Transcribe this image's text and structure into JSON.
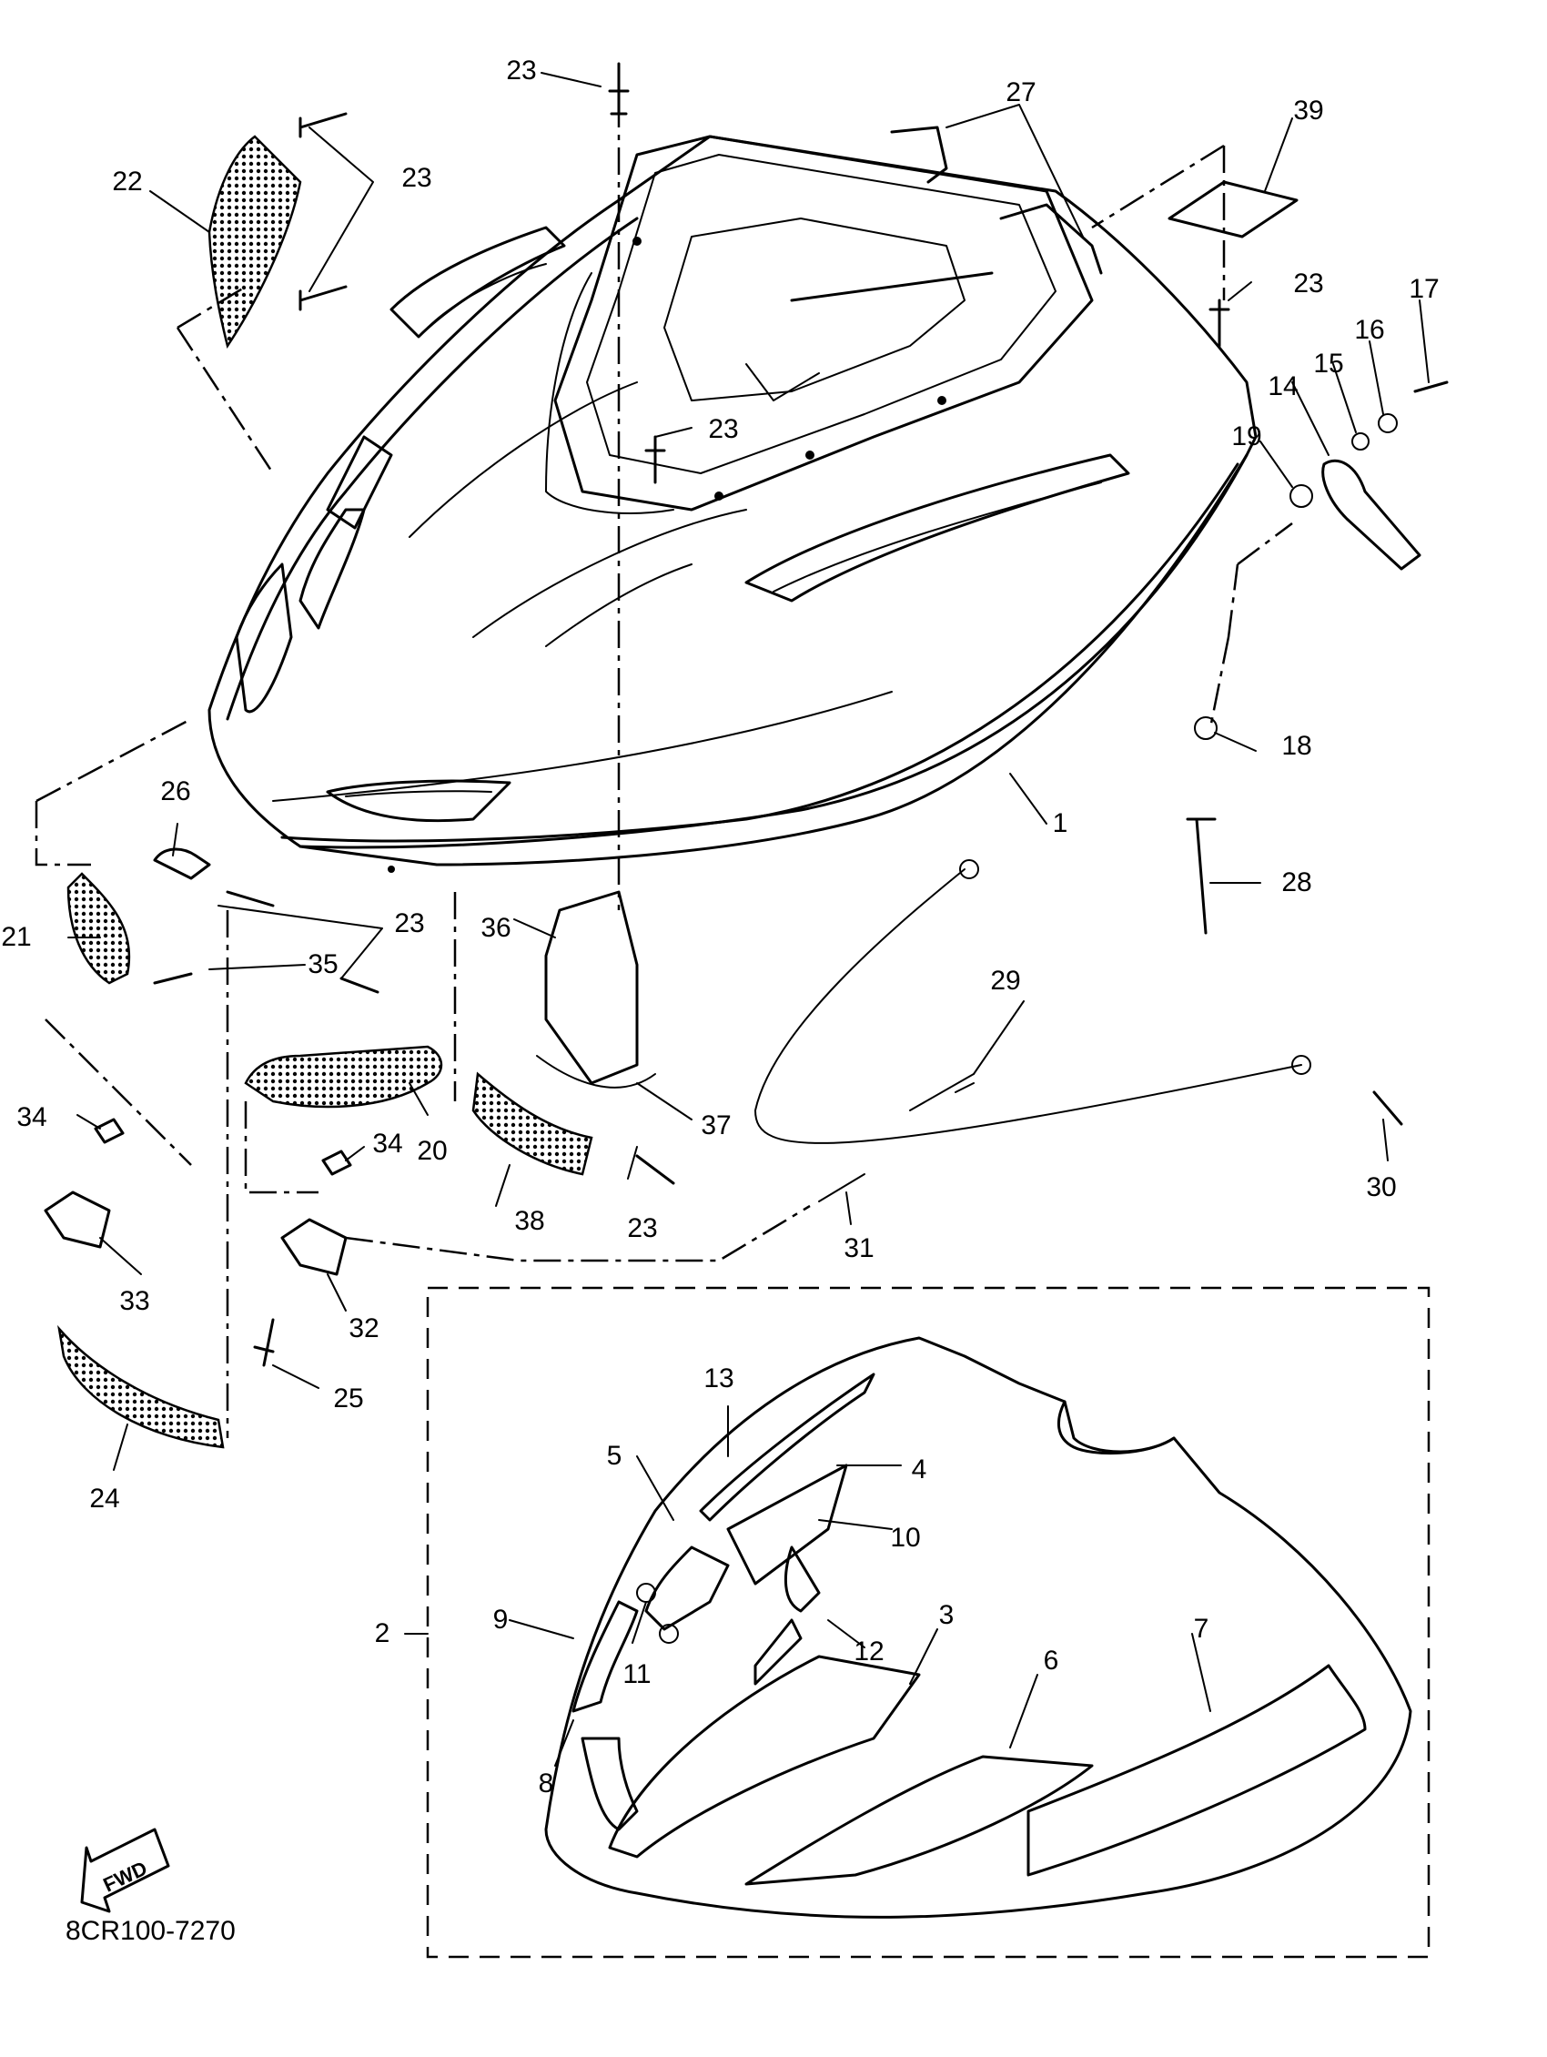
{
  "figure_code": "8CR100-7270",
  "fwd_arrow_text": "FWD",
  "callouts": {
    "c1": "1",
    "c2": "2",
    "c3": "3",
    "c4": "4",
    "c5": "5",
    "c6": "6",
    "c7": "7",
    "c8": "8",
    "c9": "9",
    "c10": "10",
    "c11": "11",
    "c12": "12",
    "c13": "13",
    "c14": "14",
    "c15": "15",
    "c16": "16",
    "c17": "17",
    "c18": "18",
    "c19": "19",
    "c20": "20",
    "c21": "21",
    "c22": "22",
    "c23": "23",
    "c24": "24",
    "c25": "25",
    "c26": "26",
    "c27": "27",
    "c28": "28",
    "c29": "29",
    "c30": "30",
    "c31": "31",
    "c32": "32",
    "c33": "33",
    "c34": "34",
    "c35": "35",
    "c36": "36",
    "c37": "37",
    "c38": "38",
    "c39": "39"
  }
}
